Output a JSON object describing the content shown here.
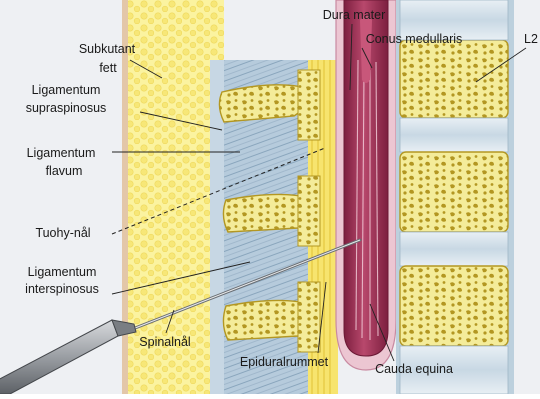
{
  "labels": {
    "subkutant_fett": [
      "Subkutant",
      "fett"
    ],
    "ligamentum_supraspinosus": [
      "Ligamentum",
      "supraspinosus"
    ],
    "ligamentum_flavum": [
      "Ligamentum",
      "flavum"
    ],
    "tuohy_nal": "Tuohy-nål",
    "ligamentum_interspinosus": [
      "Ligamentum",
      "interspinosus"
    ],
    "spinalnal": "Spinalnål",
    "epiduralrummet": "Epiduralrummet",
    "dura_mater": "Dura mater",
    "conus_medullaris": "Conus medullaris",
    "l2": "L2",
    "cauda_equina": "Cauda equina"
  },
  "colors": {
    "background": "#eef0f3",
    "fat": "#fbf3a0",
    "bone": "#f4ec9a",
    "bone_hole": "#b39722",
    "disc": "#d9e6ee",
    "ligament": "#a9c2d6",
    "flavum": "#f5dc5a",
    "dura": "#ecc6d2",
    "cord": "#9a2e50",
    "needle": "#8c8f94"
  }
}
